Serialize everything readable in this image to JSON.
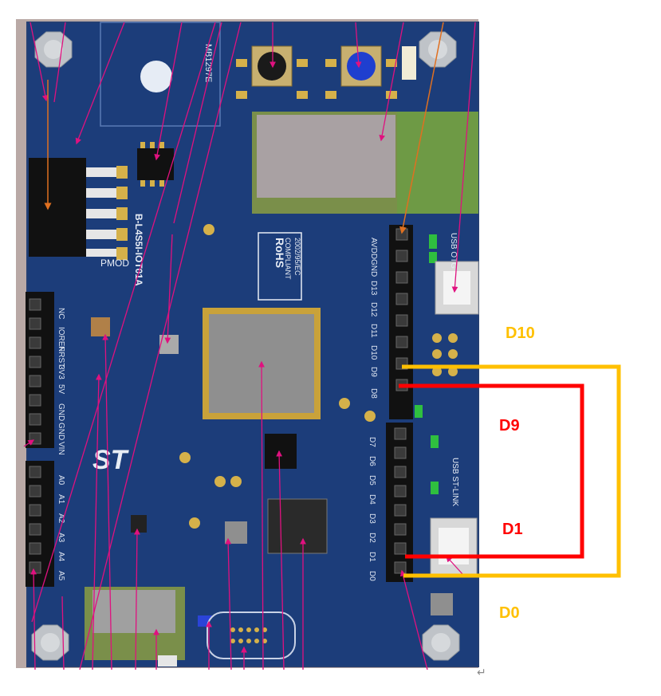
{
  "board": {
    "name": "B-L4S5I-IOT01A",
    "module_id": "MB1297E",
    "rohs_line1": "RoHS",
    "rohs_line2": "COMPLIANT",
    "rohs_line3": "2002/95/EC",
    "pmod_label": "PMOD",
    "usb_otg_label": "USB OTG",
    "usb_stlink_label": "USB ST-LINK",
    "st_logo_text": "ST"
  },
  "headers": {
    "left_top_pins": [
      "NC",
      "IOREF",
      "NRST",
      "3V3",
      "5V",
      "GND",
      "GND",
      "VIN"
    ],
    "left_bottom_pins": [
      "A0",
      "A1",
      "A2",
      "A3",
      "A4",
      "A5"
    ],
    "right_top_pins": [
      "AVDD",
      "GND",
      "D13",
      "D12",
      "D11",
      "D10",
      "D9",
      "D8"
    ],
    "right_bottom_pins": [
      "D7",
      "D6",
      "D5",
      "D4",
      "D3",
      "D2",
      "D1",
      "D0"
    ]
  },
  "annotations": {
    "d10": "D10",
    "d9": "D9",
    "d1": "D1",
    "d0": "D0",
    "colors": {
      "orange": "#ffc000",
      "red": "#ff0000",
      "arrow": "#e0117f"
    }
  },
  "return_glyph": "↵"
}
